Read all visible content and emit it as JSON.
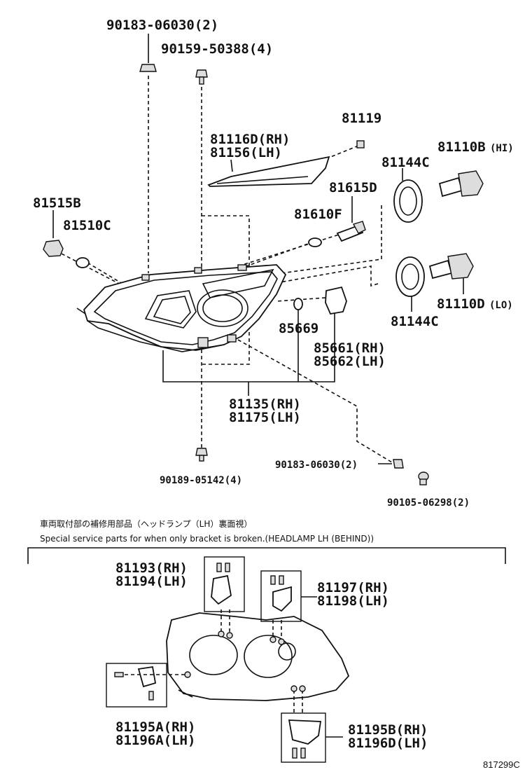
{
  "callouts": {
    "c1": "90183-06030(2)",
    "c2": "90159-50388(4)",
    "c3": "81119",
    "c4a": "81116D(RH)",
    "c4b": "81156(LH)",
    "c5": "81110B",
    "c5s": "(HI)",
    "c6": "81144C",
    "c7": "81615D",
    "c8": "81515B",
    "c9": "81510C",
    "c10": "81610F",
    "c11": "81144C",
    "c12": "81110D",
    "c12s": "(LO)",
    "c13": "85669",
    "c14a": "85661(RH)",
    "c14b": "85662(LH)",
    "c15a": "81135(RH)",
    "c15b": "81175(LH)",
    "c16": "90183-06030(2)",
    "c17": "90189-05142(4)",
    "c18": "90105-06298(2)"
  },
  "note": {
    "jp": "車両取付部の補修用部品（ヘッドランプ（LH）裏面視）",
    "en": "Special service parts for when only bracket is broken.(HEADLAMP LH (BEHIND))"
  },
  "lower": {
    "a1": "81193(RH)",
    "a2": "81194(LH)",
    "b1": "81197(RH)",
    "b2": "81198(LH)",
    "d1": "81195A(RH)",
    "d2": "81196A(LH)",
    "e1": "81195B(RH)",
    "e2": "81196D(LH)"
  },
  "diagram_code": "817299C"
}
